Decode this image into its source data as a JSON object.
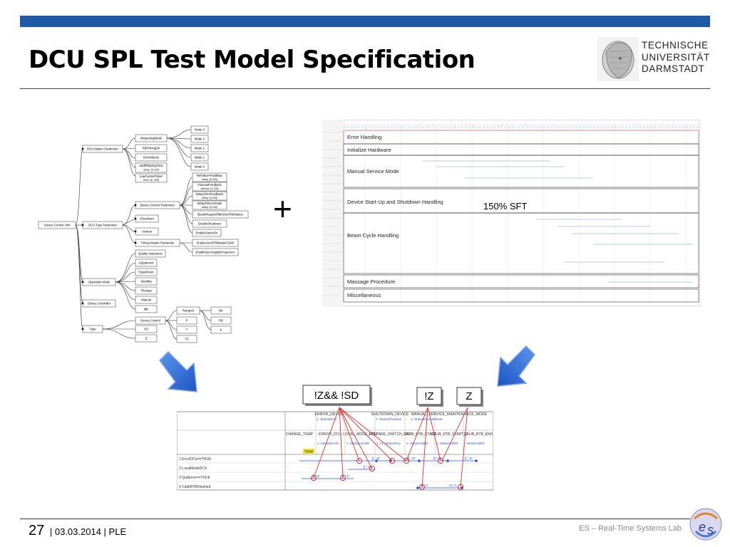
{
  "slide": {
    "title": "DCU SPL Test Model Specification",
    "logo_lines": [
      "TECHNISCHE",
      "UNIVERSITÄT",
      "DARMSTADT"
    ],
    "plus_sign": "+",
    "footer": {
      "page_number": "27",
      "date": "| 03.03.2014 |",
      "author": "PLE",
      "lab": "ES – Real-Time Systems Lab"
    }
  },
  "feature_model": {
    "root": "Device Control Unit",
    "groups": [
      "DCU Master Parameter",
      "DCU Type Parameter",
      "Operation Mode",
      "Device Controller",
      "Type"
    ],
    "master_children": [
      "MeasuringMode",
      "RBITimingSn",
      "ErrorMonito",
      "AddRfsDelayTime",
      "LowCurrentTimer"
    ],
    "master_notes": [
      "delay: [0,100]",
      "timer: [0, 100]"
    ],
    "modes": [
      "Mode 4",
      "Mode 3",
      "Mode 2",
      "Mode 1",
      "Mode 0"
    ],
    "type_param_children": [
      "Device Control Parameter",
      "Checksum",
      "Version",
      "Timing Master Parameter"
    ],
    "dcp_children": [
      "RefValueTHoldMax",
      "TimeoutFeedback",
      "DelayTimeFeedback",
      "DelayTimeActivate",
      "BeamRequestTakeOverRefValues",
      "EnableShutdown",
      "EnableSwitchOn"
    ],
    "dcp_notes": [
      "delay: [0,100]",
      "timeout: [0,100]",
      "delay: [0,100]",
      "delay: [0,100]"
    ],
    "tmp_children": [
      "EnableGenRTBMasterClock",
      "EnableSyncSupplyFrequence"
    ],
    "op_modes": [
      "Quality Assurance",
      "Adjustment",
      "Experiment",
      "Standby",
      "Therapy",
      "Manual",
      "Idle"
    ],
    "type_children": [
      "Device Control",
      "SO",
      "Z"
    ],
    "device_control_children": [
      "Ramped",
      "P",
      "T",
      "TS"
    ],
    "ramp_children": [
      "BK",
      "RB",
      "K"
    ]
  },
  "sequence_chart": {
    "annotation": "150% SFT",
    "phases": [
      "Error Handling",
      "Initialize Hardware",
      "Manual Service Mode",
      "Device Start-Up and Shutdown Handling",
      "Beam Cycle Handling",
      "Massage Procedure",
      "Miscellaneous"
    ]
  },
  "callouts": [
    "!Z&& !SD",
    "!Z",
    "Z"
  ],
  "detail_table": {
    "top_headers": [
      "ERROR_DEVICE",
      "SHUTDOWN_DEVICE",
      "MANUAL_SERVICE_MAINTENANCE_MODE"
    ],
    "top_statuses": [
      "1: StatusError",
      "1: StatusShutdow",
      "1: StatusManualMode"
    ],
    "columns": [
      "CHANGE_TEMP",
      "ERROR_DCU",
      "LOCAL_MODE_DCU",
      "PREPARE_SWITCH_OFF",
      "CALIB_RTB_START",
      "CALIB_RTB_START_2",
      "CALIB_RTB_END"
    ],
    "column_statuses": [
      "",
      "1: StatusErrorD",
      "1: StatusLocalM",
      "1: L1_StatusPrep",
      "1: StatusCalibR",
      "1: StatusCalibR",
      "StatusCalibR"
    ],
    "temp_label": "TEMP",
    "rows": [
      "1  ErrorDCU==TRUE",
      "2  LocalModeDCU",
      "3  QuitError==TRUE",
      "4  CalibRTBFinished"
    ],
    "msg_labels": [
      "[] / 17",
      "[] / 17",
      "[] / 18",
      "[] / 19",
      "[] / 10",
      "[] / 10",
      "[] / 10",
      "30 / 0",
      "33 / 0"
    ]
  },
  "colors": {
    "accent": "#1f5aa6",
    "arrow": "#3a74d8",
    "callout_red": "#e0302a"
  }
}
